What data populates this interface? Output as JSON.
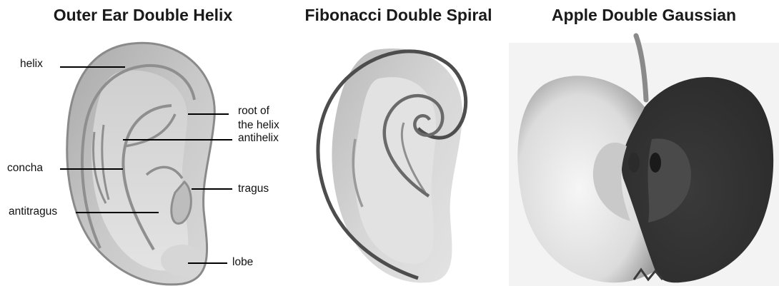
{
  "panels": [
    {
      "title": "Outer Ear Double Helix"
    },
    {
      "title": "Fibonacci Double Spiral"
    },
    {
      "title": "Apple Double Gaussian"
    }
  ],
  "ear_labels": {
    "helix": "helix",
    "root_of_helix_line1": "root of",
    "root_of_helix_line2": "the helix",
    "antihelix": "antihelix",
    "concha": "concha",
    "tragus": "tragus",
    "antitragus": "antitragus",
    "lobe": "lobe"
  }
}
